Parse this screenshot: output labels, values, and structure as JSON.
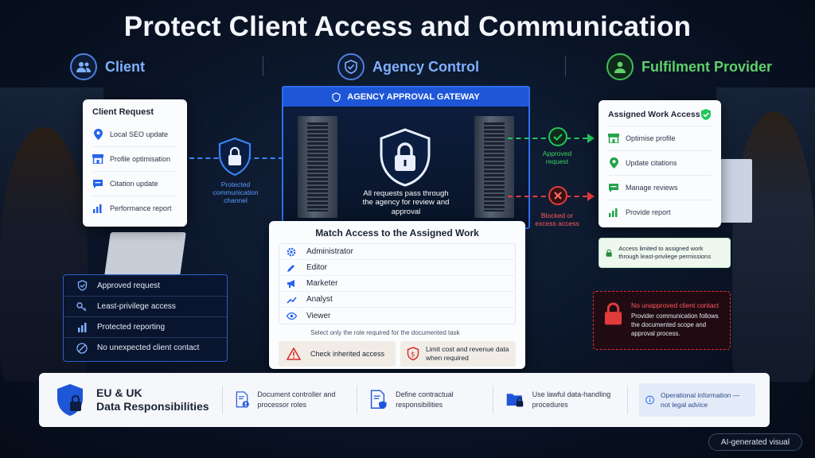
{
  "title": "Protect Client Access and Communication",
  "columns": {
    "client": {
      "label": "Client",
      "icon": "users-icon"
    },
    "agency": {
      "label": "Agency Control",
      "icon": "shield-check-icon"
    },
    "provider": {
      "label": "Fulfilment Provider",
      "icon": "person-icon"
    }
  },
  "client_request": {
    "title": "Client Request",
    "items": [
      {
        "label": "Local SEO update",
        "icon": "map-pin-icon"
      },
      {
        "label": "Profile optimisation",
        "icon": "storefront-icon"
      },
      {
        "label": "Citation update",
        "icon": "chat-icon"
      },
      {
        "label": "Performance report",
        "icon": "bar-chart-icon"
      }
    ]
  },
  "channel_label": "Protected communication channel",
  "gateway": {
    "title": "AGENCY APPROVAL GATEWAY",
    "text": "All requests pass through the agency for review and approval"
  },
  "approved_label": "Approved request",
  "blocked_label": "Blocked or excess access",
  "client_controls": [
    {
      "label": "Approved request",
      "icon": "shield-check-icon"
    },
    {
      "label": "Least-privilege access",
      "icon": "key-icon"
    },
    {
      "label": "Protected reporting",
      "icon": "bar-chart-icon"
    },
    {
      "label": "No unexpected client contact",
      "icon": "no-phone-icon"
    }
  ],
  "roles": {
    "title": "Match Access to the Assigned Work",
    "items": [
      {
        "label": "Administrator",
        "icon": "gear-icon"
      },
      {
        "label": "Editor",
        "icon": "pencil-icon"
      },
      {
        "label": "Marketer",
        "icon": "megaphone-icon"
      },
      {
        "label": "Analyst",
        "icon": "trend-icon"
      },
      {
        "label": "Viewer",
        "icon": "eye-icon"
      }
    ],
    "note": "Select only the role required for the documented task",
    "warning": "Check inherited access",
    "cost": "Limit cost and revenue data when required"
  },
  "assigned": {
    "title": "Assigned Work Access",
    "items": [
      {
        "label": "Optimise profile",
        "icon": "storefront-icon"
      },
      {
        "label": "Update citations",
        "icon": "map-pin-icon"
      },
      {
        "label": "Manage reviews",
        "icon": "chat-icon"
      },
      {
        "label": "Provide report",
        "icon": "bar-chart-icon"
      }
    ],
    "limit": "Access limited to assigned work through least-privilege permissions"
  },
  "no_contact": {
    "title": "No unapproved client contact",
    "text": "Provider communication follows the documented scope and approval process."
  },
  "footer": {
    "heading_line1": "EU & UK",
    "heading_line2": "Data Responsibilities",
    "items": [
      "Document controller and processor roles",
      "Define contractual responsibilities",
      "Use lawful data-handling procedures"
    ],
    "note": "Operational information — not legal advice"
  },
  "badge": "AI-generated visual",
  "colors": {
    "accent": "#2e6ef0",
    "green": "#22c55e",
    "red": "#e23b3b"
  }
}
